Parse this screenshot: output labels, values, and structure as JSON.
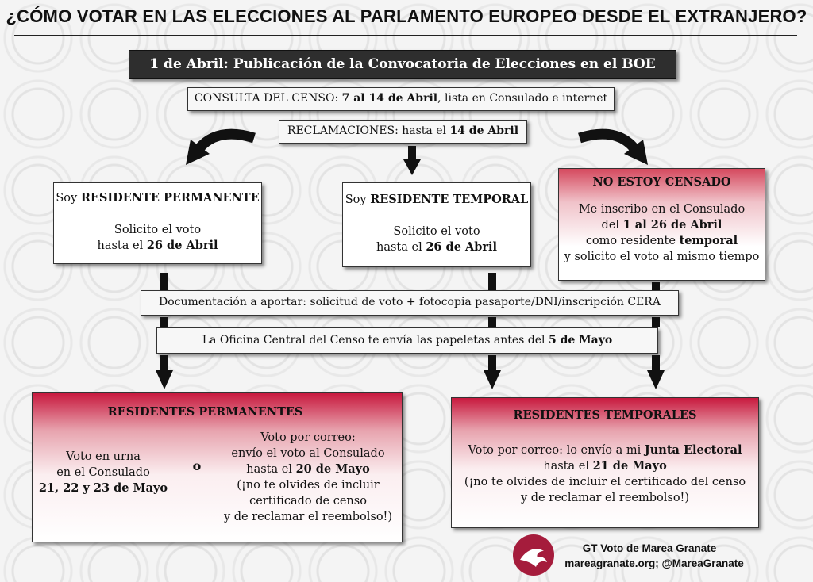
{
  "title": "¿CÓMO VOTAR EN LAS ELECCIONES AL PARLAMENTO EUROPEO DESDE EL EXTRANJERO?",
  "publication": "1 de Abril: Publicación de la Convocatoria de Elecciones en el BOE",
  "census_check": {
    "prefix": "CONSULTA DEL CENSO: ",
    "dates": "7 al 14 de Abril",
    "suffix": ", lista en Consulado e internet"
  },
  "claims": {
    "prefix": "RECLAMACIONES: hasta el ",
    "date": "14 de Abril"
  },
  "permanent": {
    "prefix": "Soy ",
    "title": "RESIDENTE PERMANENTE",
    "line1": "Solicito el voto",
    "line2_prefix": "hasta el ",
    "line2_date": "26 de Abril"
  },
  "temporary": {
    "prefix": "Soy ",
    "title": "RESIDENTE TEMPORAL",
    "line1": "Solicito el voto",
    "line2_prefix": "hasta el ",
    "line2_date": "26 de Abril"
  },
  "not_registered": {
    "title": "NO ESTOY CENSADO",
    "line1": "Me inscribo en el Consulado",
    "line2_prefix": "del ",
    "line2_dates": "1 al 26 de Abril",
    "line3_prefix": "como residente ",
    "line3_word": "temporal",
    "line4": "y solicito el voto al mismo tiempo"
  },
  "documents": "Documentación a aportar: solicitud de voto + fotocopia pasaporte/DNI/inscripción CERA",
  "ballots": {
    "prefix": "La Oficina Central del Censo te envía las papeletas antes del ",
    "date": "5 de Mayo"
  },
  "permanent_final": {
    "title": "RESIDENTES PERMANENTES",
    "urn_line1": "Voto en urna",
    "urn_line2": "en el Consulado",
    "urn_dates": "21, 22 y 23 de Mayo",
    "or": "o",
    "mail_line1": "Voto por correo:",
    "mail_line2": "envío el voto al Consulado",
    "mail_line3_prefix": "hasta el ",
    "mail_line3_date": "20 de Mayo",
    "mail_line4": "(¡no te olvides de incluir",
    "mail_line5": "certificado de censo",
    "mail_line6": "y de reclamar el reembolso!)"
  },
  "temporary_final": {
    "title": "RESIDENTES TEMPORALES",
    "line1_prefix": "Voto por correo: lo envío a mi ",
    "line1_bold": "Junta Electoral",
    "line2_prefix": "hasta el ",
    "line2_date": "21 de Mayo",
    "line3": "(¡no te olvides de incluir el certificado del censo",
    "line4": "y de reclamar el reembolso!)"
  },
  "footer": {
    "group": "GT Voto de Marea Granate",
    "contact": "mareagranate.org; @MareaGranate"
  },
  "colors": {
    "accent": "#c8193e",
    "dark": "#2e2e2e",
    "logo": "#a51c3c"
  },
  "icons": [
    "marea-granate-logo",
    "curved-arrow-left",
    "curved-arrow-right",
    "down-arrow"
  ]
}
